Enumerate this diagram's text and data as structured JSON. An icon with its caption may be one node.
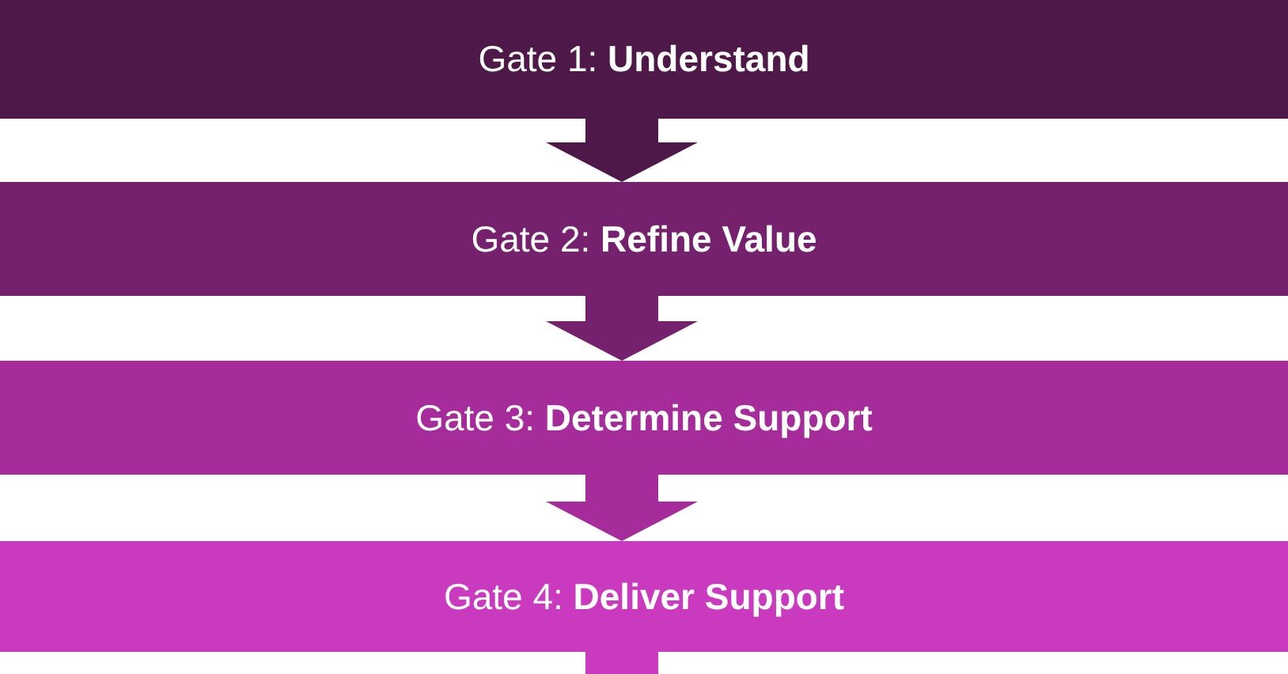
{
  "diagram": {
    "nodes": [
      {
        "text": [
          "Gate 1: **Understand**"
        ]
      },
      {
        "text": [
          "Gate 2: **Refine Value**"
        ]
      },
      {
        "text": [
          "Gate 3: **Determine Support**"
        ]
      },
      {
        "text": [
          "Gate 4: **Deliver Support**"
        ]
      }
    ],
    "edges": [
      {
        "from": 0,
        "to": 1,
        "arrow": "to",
        "color": "#4e1848"
      },
      {
        "from": 1,
        "to": 2,
        "arrow": "to",
        "color": "#76216e"
      },
      {
        "from": 2,
        "to": 3,
        "arrow": "to",
        "color": "#a52c9a"
      },
      {
        "from": 3,
        "to": null,
        "arrow": "none",
        "color": "#c93abf"
      }
    ]
  }
}
